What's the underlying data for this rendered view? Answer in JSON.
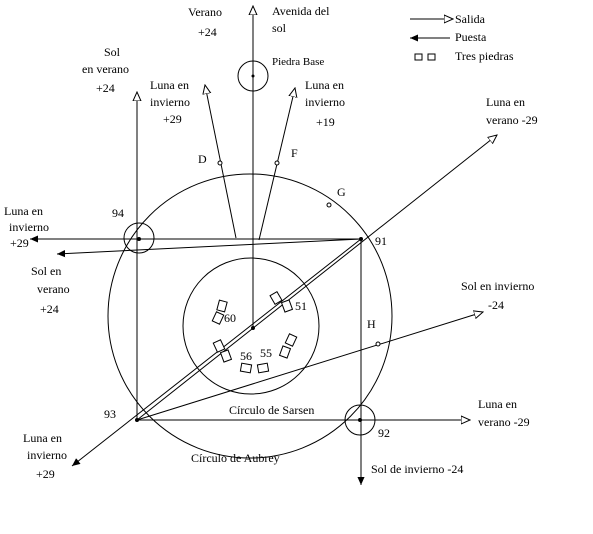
{
  "legend": {
    "salida": "Salida",
    "puesta": "Puesta",
    "tres_piedras": "Tres piedras"
  },
  "labels": {
    "avenida_l1": "Avenida del",
    "avenida_l2": "sol",
    "verano_top": "Verano",
    "verano_top_val": "+24",
    "piedra_base": "Piedra Base",
    "sol_verano_l1": "Sol",
    "sol_verano_l2": "en verano",
    "sol_verano_l3": "+24",
    "luna_inv_left_l1": "Luna en",
    "luna_inv_left_l2": "invierno",
    "luna_inv_left_l3": "+29",
    "luna_inv_right_l1": "Luna en",
    "luna_inv_right_l2": "invierno",
    "luna_inv_right_l3": "+19",
    "luna_ver_ne_l1": "Luna en",
    "luna_ver_ne_l2": "verano -29",
    "d": "D",
    "f": "F",
    "g": "G",
    "h": "H",
    "luna_inv_w_l1": "Luna en",
    "luna_inv_w_l2": "invierno",
    "luna_inv_w_l3": "+29",
    "sol_ver_w_l1": "Sol en",
    "sol_ver_w_l2": "verano",
    "sol_ver_w_l3": "+24",
    "n94": "94",
    "n91": "91",
    "n93": "93",
    "n92": "92",
    "n60": "60",
    "n51": "51",
    "n56": "56",
    "n55": "55",
    "sol_inv_e_l1": "Sol en invierno",
    "sol_inv_e_l2": "-24",
    "luna_ver_e_l1": "Luna en",
    "luna_ver_e_l2": "verano -29",
    "luna_inv_sw_l1": "Luna en",
    "luna_inv_sw_l2": "invierno",
    "luna_inv_sw_l3": "+29",
    "sol_inv_s": "Sol de invierno -24",
    "circulo_sarsen": "Círculo de Sarsen",
    "circulo_aubrey": "Círculo de Aubrey"
  }
}
